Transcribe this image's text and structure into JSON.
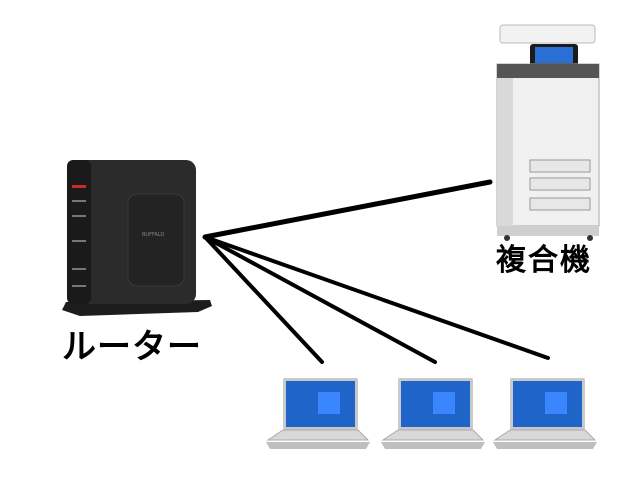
{
  "labels": {
    "router": "ルーター",
    "mfp": "複合機"
  },
  "devices": {
    "router_brand": "BUFFALO",
    "pc_count": 3
  },
  "colors": {
    "link": "#000000",
    "router_body": "#2b2b2b",
    "mfp_body": "#f0f0f0",
    "mfp_screen": "#2a6fd6",
    "screen_blue": "#1f64c8"
  }
}
